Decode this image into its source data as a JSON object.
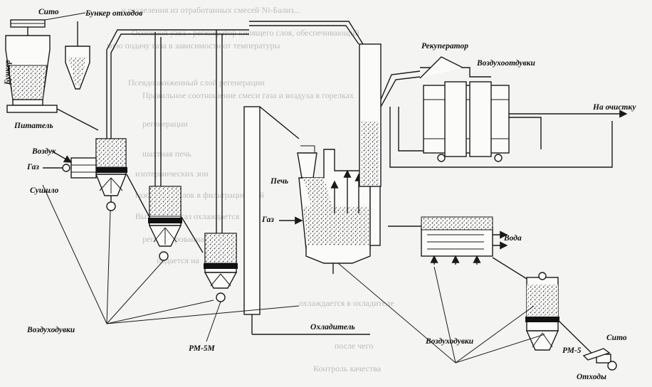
{
  "labels": {
    "sito_top": "Сито",
    "bunker_othodov": "Бункер отходов",
    "bunker": "Бункер",
    "pitatel": "Питатель",
    "vozduh": "Воздух",
    "gaz_left": "Газ",
    "sushilo": "Сушило",
    "rekuperator": "Рекуператор",
    "vozduhootduvki": "Воздухоотдувки",
    "na_ochistku": "На очистку",
    "pech": "Печь",
    "gaz_mid": "Газ",
    "voda": "Вода",
    "vozduhoduvki_left": "Воздуходувки",
    "rm5m": "РМ-5М",
    "ohladitel": "Охладитель",
    "vozduhoduvki_right": "Воздуходувки",
    "sito_right": "Сито",
    "rm5": "РМ-5",
    "othody": "Отходы"
  },
  "background_text": [
    "и разделения из отработанных смесей Ni-Бализ...",
    "Основной узел - регенератор кипящего слоя, обеспечивающий",
    "мую подачу газа в зависимости от температуры",
    "Псевдоожиженный слой регенерации",
    "Правильное соотношение смеси газа и воздуха в горелках",
    "регенерации",
    "шахтная печь",
    "изотермических зон",
    "газовых горелок в фильтрационной",
    "Выходящий газ охлаждается",
    "регенерированная смесь",
    "подается на",
    "охлаждается в охладителе",
    "после чего",
    "Контроль качества"
  ]
}
